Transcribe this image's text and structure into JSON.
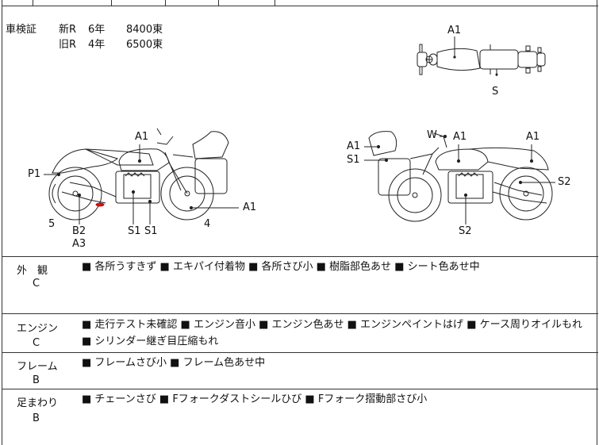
{
  "registration": {
    "title": "車検証",
    "new": {
      "label": "新R",
      "years": "6年",
      "amount": "8400東"
    },
    "old": {
      "label": "旧R",
      "years": "4年",
      "amount": "6500東"
    }
  },
  "diagram_labels": {
    "top": {
      "a1": "A1",
      "s": "S"
    },
    "left": {
      "a1_top": "A1",
      "p1": "P1",
      "a1_right": "A1",
      "num5": "5",
      "b2": "B2",
      "a3": "A3",
      "s1_a": "S1",
      "s1_b": "S1",
      "num4": "4"
    },
    "right": {
      "a1_left": "A1",
      "s1": "S1",
      "w": "W",
      "a1_mid": "A1",
      "a1_right": "A1",
      "s2_right": "S2",
      "s2_bottom": "S2"
    }
  },
  "sections": [
    {
      "title": "外　観",
      "grade": "C",
      "text": "■ 各所うすきず ■ エキパイ付着物 ■ 各所さび小 ■ 樹脂部色あせ ■ シート色あせ中"
    },
    {
      "title": "エンジン",
      "grade": "C",
      "text": "■ 走行テスト未確認 ■ エンジン音小 ■ エンジン色あせ ■ エンジンペイントはげ ■ ケース周りオイルもれ ■ シリンダー継ぎ目圧縮もれ"
    },
    {
      "title": "フレーム",
      "grade": "B",
      "text": "■ フレームさび小 ■ フレーム色あせ中"
    },
    {
      "title": "足まわり",
      "grade": "B",
      "text": "■ チェーンさび ■ Fフォークダストシールひび ■ Fフォーク摺動部さび小"
    }
  ]
}
